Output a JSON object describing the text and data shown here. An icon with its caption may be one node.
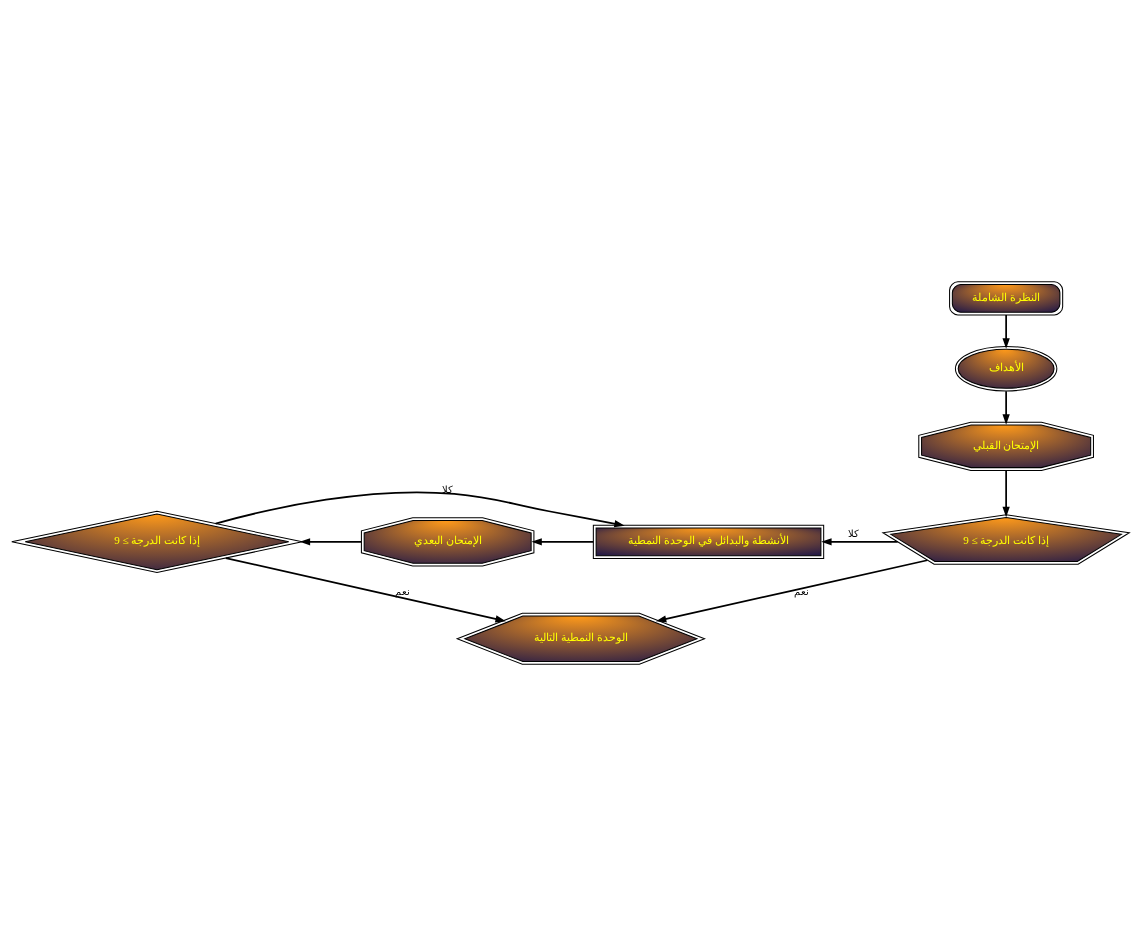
{
  "diagram": {
    "nodes": [
      {
        "text": [
          "النظرة الشاملة"
        ]
      },
      {
        "text": [
          "الأهداف"
        ]
      },
      {
        "text": [
          "الإمتحان القبلي"
        ]
      },
      {
        "text": [
          "إذا كانت الدرجة ≥ 9"
        ]
      },
      {
        "text": [
          "الأنشطة والبدائل في الوحدة النمطية"
        ]
      },
      {
        "text": [
          "الإمتحان البعدي"
        ]
      },
      {
        "text": [
          "إذا كانت الدرجة ≥ 9"
        ]
      },
      {
        "text": [
          "الوحدة النمطية التالية"
        ]
      }
    ],
    "edges": [
      {
        "from": 0,
        "to": 1,
        "arrow": "to"
      },
      {
        "from": 1,
        "to": 2,
        "arrow": "to"
      },
      {
        "from": 2,
        "to": 3,
        "arrow": "to"
      },
      {
        "from": 3,
        "to": 4,
        "arrow": "to",
        "label": "كلا"
      },
      {
        "from": 4,
        "to": 5,
        "arrow": "to"
      },
      {
        "from": 5,
        "to": 6,
        "arrow": "to"
      },
      {
        "from": 6,
        "to": 4,
        "arrow": "to",
        "label": "كلا"
      },
      {
        "from": 3,
        "to": 7,
        "arrow": "to",
        "label": "نعم"
      },
      {
        "from": 6,
        "to": 7,
        "arrow": "to",
        "label": "نعم"
      }
    ]
  }
}
